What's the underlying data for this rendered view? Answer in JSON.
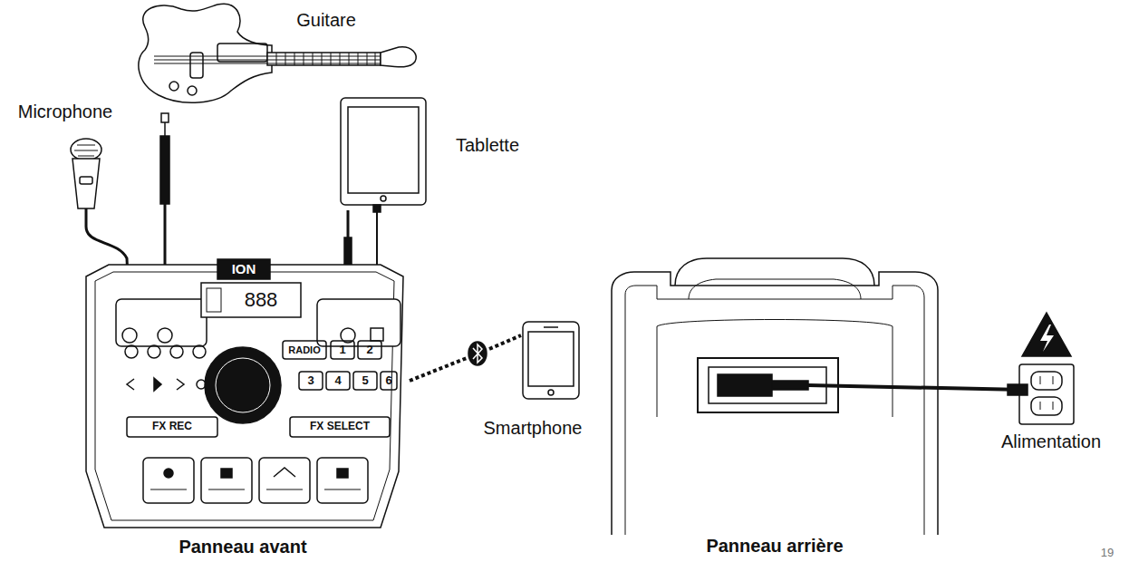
{
  "diagram": {
    "labels": [
      "Guitare",
      "Microphone",
      "Tablette",
      "Smartphone",
      "Alimentation",
      "Panneau avant",
      "Panneau arrière",
      "19",
      "ION",
      "888",
      "RADIO",
      "1",
      "2",
      "3",
      "4",
      "5",
      "6",
      "FX REC",
      "FX SELECT"
    ]
  }
}
